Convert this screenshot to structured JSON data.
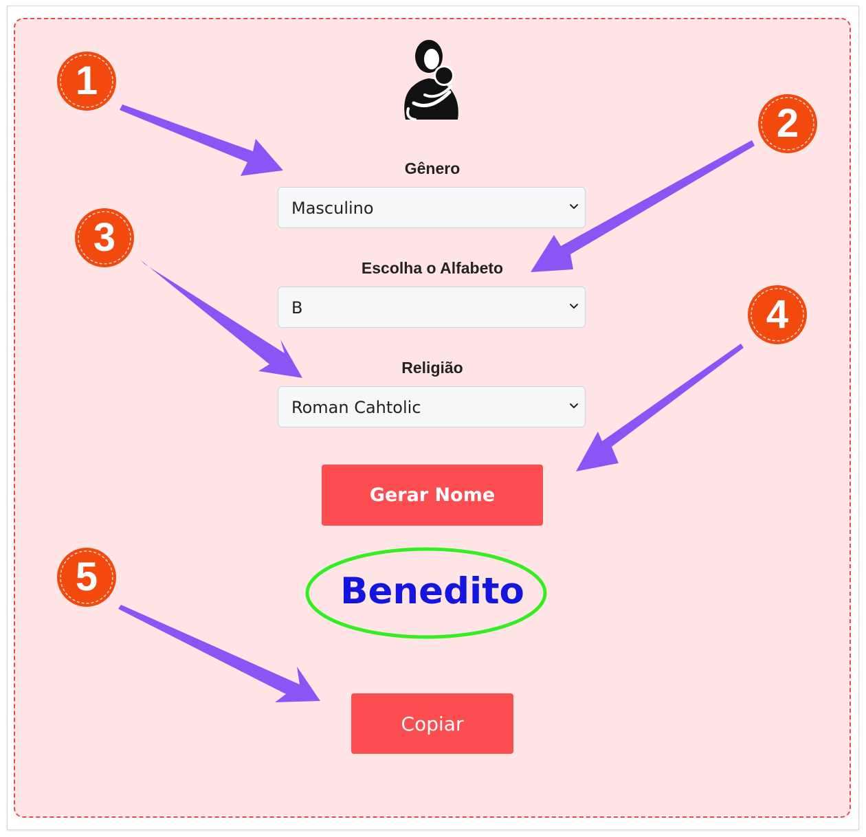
{
  "form": {
    "gender": {
      "label": "Gênero",
      "selected": "Masculino"
    },
    "alphabet": {
      "label": "Escolha o Alfabeto",
      "selected": "B"
    },
    "religion": {
      "label": "Religião",
      "selected": "Roman Cahtolic"
    },
    "generate_button": "Gerar Nome"
  },
  "result": {
    "name": "Benedito"
  },
  "copy_button": "Copiar",
  "annotations": {
    "step_badges": [
      "1",
      "2",
      "3",
      "4",
      "5"
    ]
  },
  "icons": {
    "logo": "mother-holding-baby-icon",
    "select_arrow": "chevron-down-icon"
  },
  "colors": {
    "card_background": "#ffe5e5",
    "card_border": "#e34b4b",
    "button": "#fc4e50",
    "result_text": "#1515e0",
    "result_highlight": "#33ee22",
    "badge": "#f2490f",
    "arrow": "#8b55f5"
  }
}
